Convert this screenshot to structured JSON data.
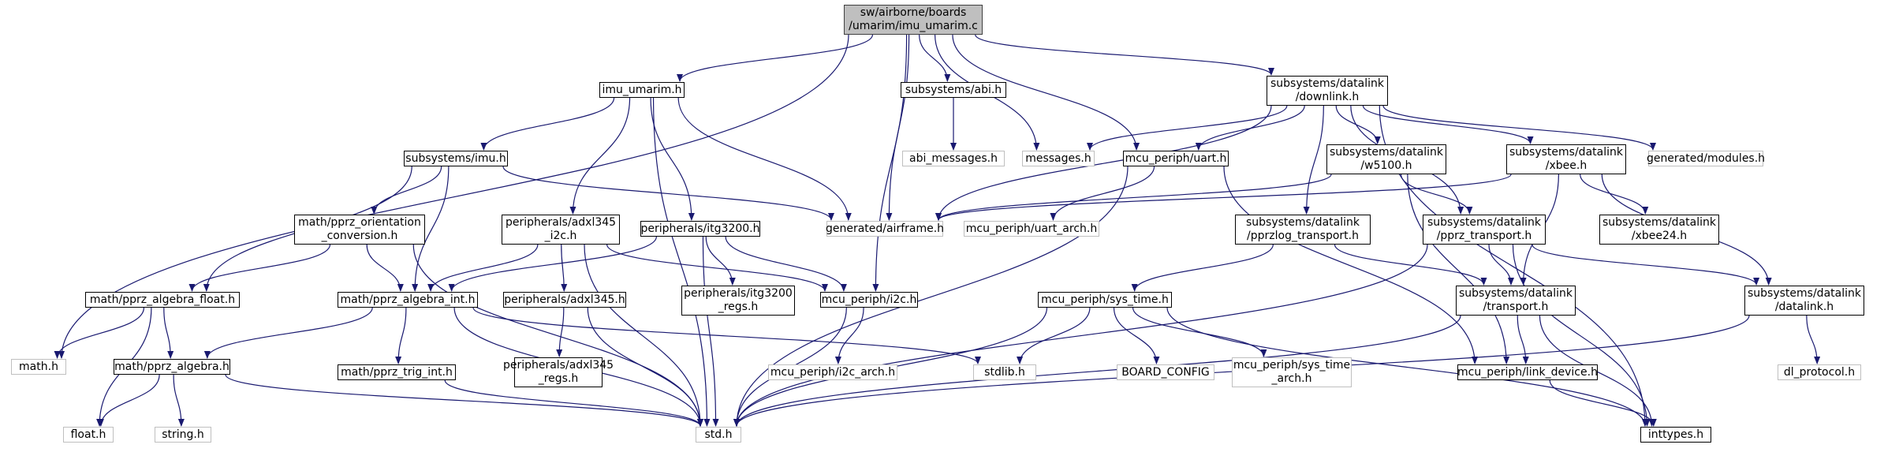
{
  "colors": {
    "edge": "#191970",
    "root_fill": "#bfbfbf",
    "node_border": "#000000",
    "external_border": "#bfbfbf"
  },
  "nodes": {
    "root": "sw/airborne/boards\n/umarim/imu_umarim.c",
    "imu_umarim_h": "imu_umarim.h",
    "abi_h": "subsystems/abi.h",
    "downlink_h": "subsystems/datalink\n/downlink.h",
    "math_h": "math.h",
    "subsystems_imu_h": "subsystems/imu.h",
    "abi_messages_h": "abi_messages.h",
    "messages_h": "messages.h",
    "uart_h": "mcu_periph/uart.h",
    "w5100_h": "subsystems/datalink\n/w5100.h",
    "xbee_h": "subsystems/datalink\n/xbee.h",
    "generated_modules_h": "generated/modules.h",
    "generated_airframe_h": "generated/airframe.h",
    "uart_arch_h": "mcu_periph/uart_arch.h",
    "orientation_h": "math/pprz_orientation\n_conversion.h",
    "adxl345_i2c_h": "peripherals/adxl345\n_i2c.h",
    "itg3200_h": "peripherals/itg3200.h",
    "pprzlog_transport_h": "subsystems/datalink\n/pprzlog_transport.h",
    "pprz_transport_h": "subsystems/datalink\n/pprz_transport.h",
    "xbee24_h": "subsystems/datalink\n/xbee24.h",
    "algebra_float_h": "math/pprz_algebra_float.h",
    "algebra_int_h": "math/pprz_algebra_int.h",
    "itg3200_regs_h": "peripherals/itg3200\n_regs.h",
    "i2c_h": "mcu_periph/i2c.h",
    "sys_time_h": "mcu_periph/sys_time.h",
    "transport_h": "subsystems/datalink\n/transport.h",
    "datalink_h": "subsystems/datalink\n/datalink.h",
    "algebra_h": "math/pprz_algebra.h",
    "adxl345_h": "peripherals/adxl345.h",
    "stdlib_h": "stdlib.h",
    "board_config": "BOARD_CONFIG",
    "sys_time_arch_h": "mcu_periph/sys_time\n_arch.h",
    "link_device_h": "mcu_periph/link_device.h",
    "dl_protocol_h": "dl_protocol.h",
    "trig_int_h": "math/pprz_trig_int.h",
    "i2c_arch_h": "mcu_periph/i2c_arch.h",
    "adxl345_regs_h": "peripherals/adxl345\n_regs.h",
    "float_h": "float.h",
    "string_h": "string.h",
    "std_h": "std.h",
    "inttypes_h": "inttypes.h"
  }
}
